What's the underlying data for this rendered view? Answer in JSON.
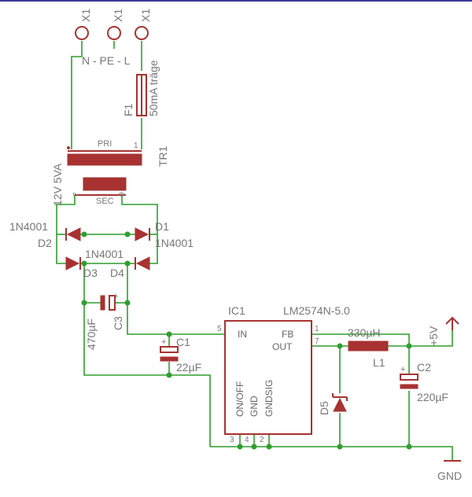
{
  "connectors": {
    "x1_a": "X1",
    "x1_b": "X1",
    "x1_c": "X1",
    "mains_label": "N - PE - L"
  },
  "fuse": {
    "name": "F1",
    "value": "50mA träge"
  },
  "transformer": {
    "name": "TR1",
    "rating": "12V 5VA",
    "primary": "PRI",
    "secondary": "SEC",
    "pin_1": "1",
    "pin_7": "7",
    "pin_9": "9"
  },
  "diodes": {
    "d1": {
      "name": "D1",
      "part": "1N4001"
    },
    "d2": {
      "name": "D2",
      "part": "1N4001"
    },
    "d3": {
      "name": "D3",
      "part": "1N4001"
    },
    "d4": {
      "name": "D4"
    },
    "d5": {
      "name": "D5"
    }
  },
  "capacitors": {
    "c1": {
      "name": "C1",
      "value": "22µF"
    },
    "c2": {
      "name": "C2",
      "value": "220µF"
    },
    "c3": {
      "name": "C3",
      "value": "470µF"
    }
  },
  "regulator": {
    "name": "IC1",
    "part": "LM2574N-5.0",
    "pin_in": "IN",
    "pin_fb": "FB",
    "pin_out": "OUT",
    "pin_onoff": "ON/OFF",
    "pin_gnd": "GND",
    "pin_gndsig": "GNDSIG",
    "num_5": "5",
    "num_1": "1",
    "num_7": "7",
    "num_3": "3",
    "num_4": "4",
    "num_2": "2"
  },
  "inductor": {
    "name": "L1",
    "value": "330µH"
  },
  "supply": {
    "plus5v": "+5V",
    "gnd": "GND"
  }
}
